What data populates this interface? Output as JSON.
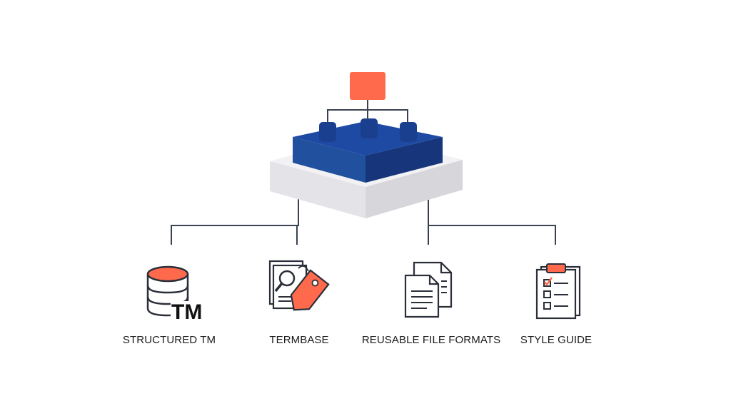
{
  "diagram": {
    "colors": {
      "accent": "#ff6a4d",
      "platform_blue": "#1e4aa3",
      "platform_blue_dark": "#16357a",
      "base_light": "#ececef",
      "base_shadow": "#dadade",
      "line": "#3a4150"
    },
    "items": [
      {
        "label": "STRUCTURED TM",
        "icon": "database-icon",
        "badge": "TM"
      },
      {
        "label": "TERMBASE",
        "icon": "tag-icon"
      },
      {
        "label": "REUSABLE FILE FORMATS",
        "icon": "documents-icon"
      },
      {
        "label": "STYLE GUIDE",
        "icon": "clipboard-checklist-icon"
      }
    ]
  }
}
